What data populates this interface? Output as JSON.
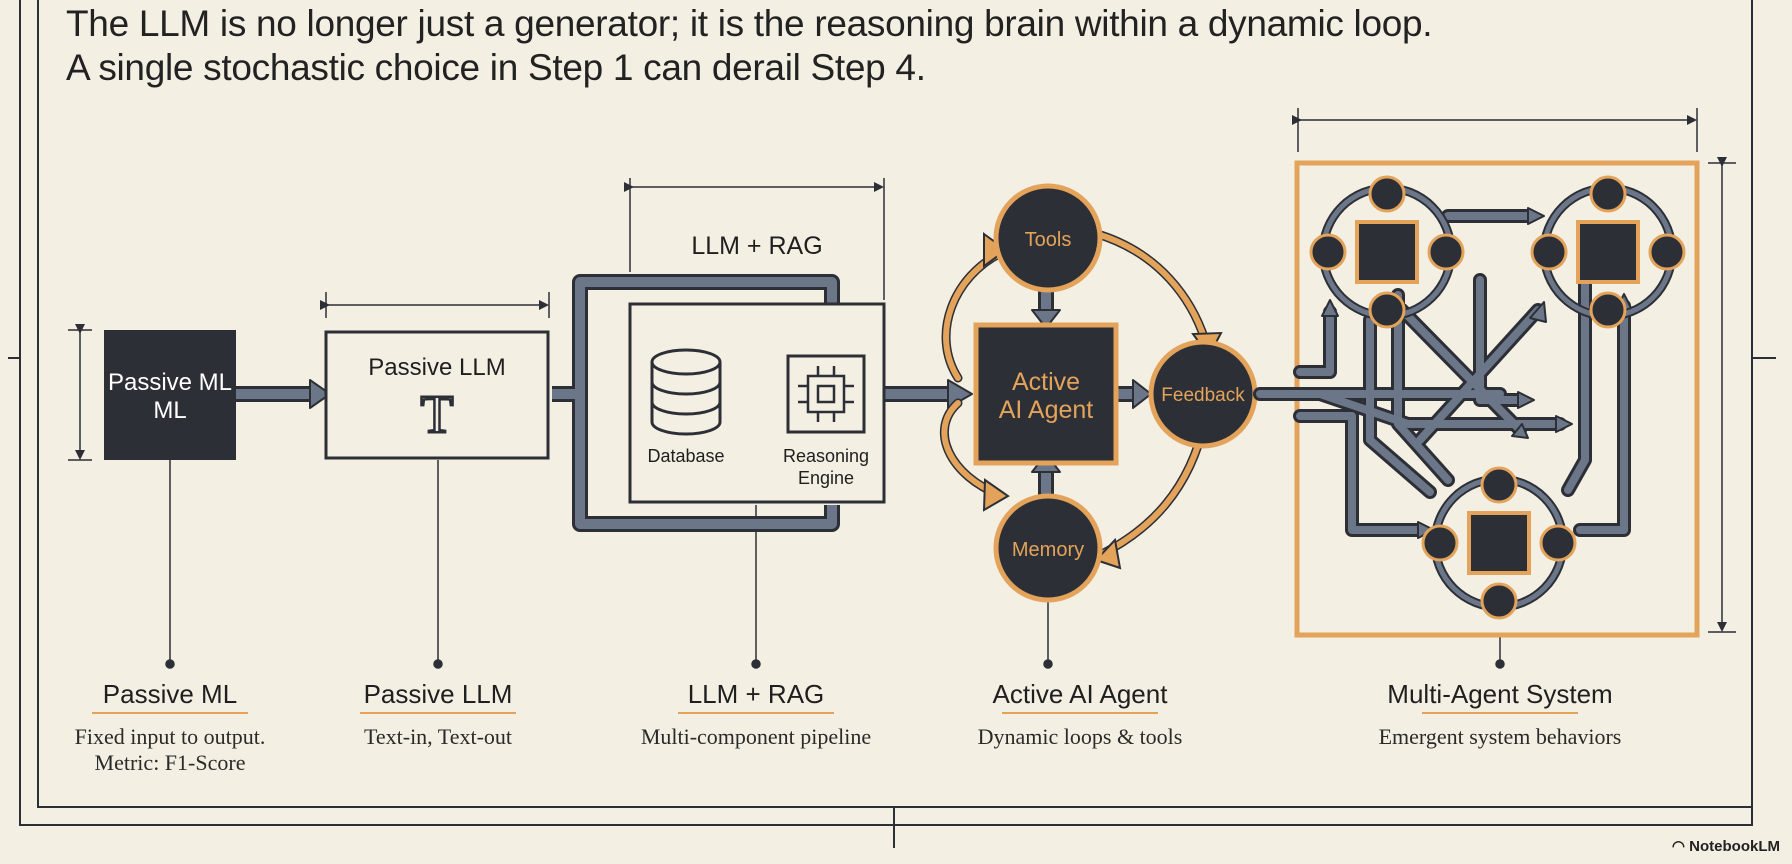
{
  "header": {
    "line1": "The LLM is no longer just a generator; it is the reasoning brain within a dynamic loop.",
    "line2": "A single stochastic choice in Step 1 can derail Step 4."
  },
  "diagram": {
    "passive_ml_box": "Passive ML",
    "passive_llm_box": "Passive LLM",
    "passive_llm_glyph": "T",
    "rag_label": "LLM + RAG",
    "database_label": "Database",
    "reasoning_label_1": "Reasoning",
    "reasoning_label_2": "Engine",
    "tools_label": "Tools",
    "agent_label_1": "Active",
    "agent_label_2": "AI Agent",
    "feedback_label": "Feedback",
    "memory_label": "Memory"
  },
  "captions": [
    {
      "title": "Passive ML",
      "desc1": "Fixed input to output.",
      "desc2": "Metric: F1-Score"
    },
    {
      "title": "Passive LLM",
      "desc1": "Text-in, Text-out",
      "desc2": ""
    },
    {
      "title": "LLM + RAG",
      "desc1": "Multi-component pipeline",
      "desc2": ""
    },
    {
      "title": "Active AI Agent",
      "desc1": "Dynamic loops & tools",
      "desc2": ""
    },
    {
      "title": "Multi-Agent System",
      "desc1": "Emergent system behaviors",
      "desc2": ""
    }
  ],
  "brand": "NotebookLM",
  "colors": {
    "background": "#f3efe3",
    "dark": "#2c2f36",
    "pipe": "#6b7689",
    "accent": "#e3a35a"
  }
}
